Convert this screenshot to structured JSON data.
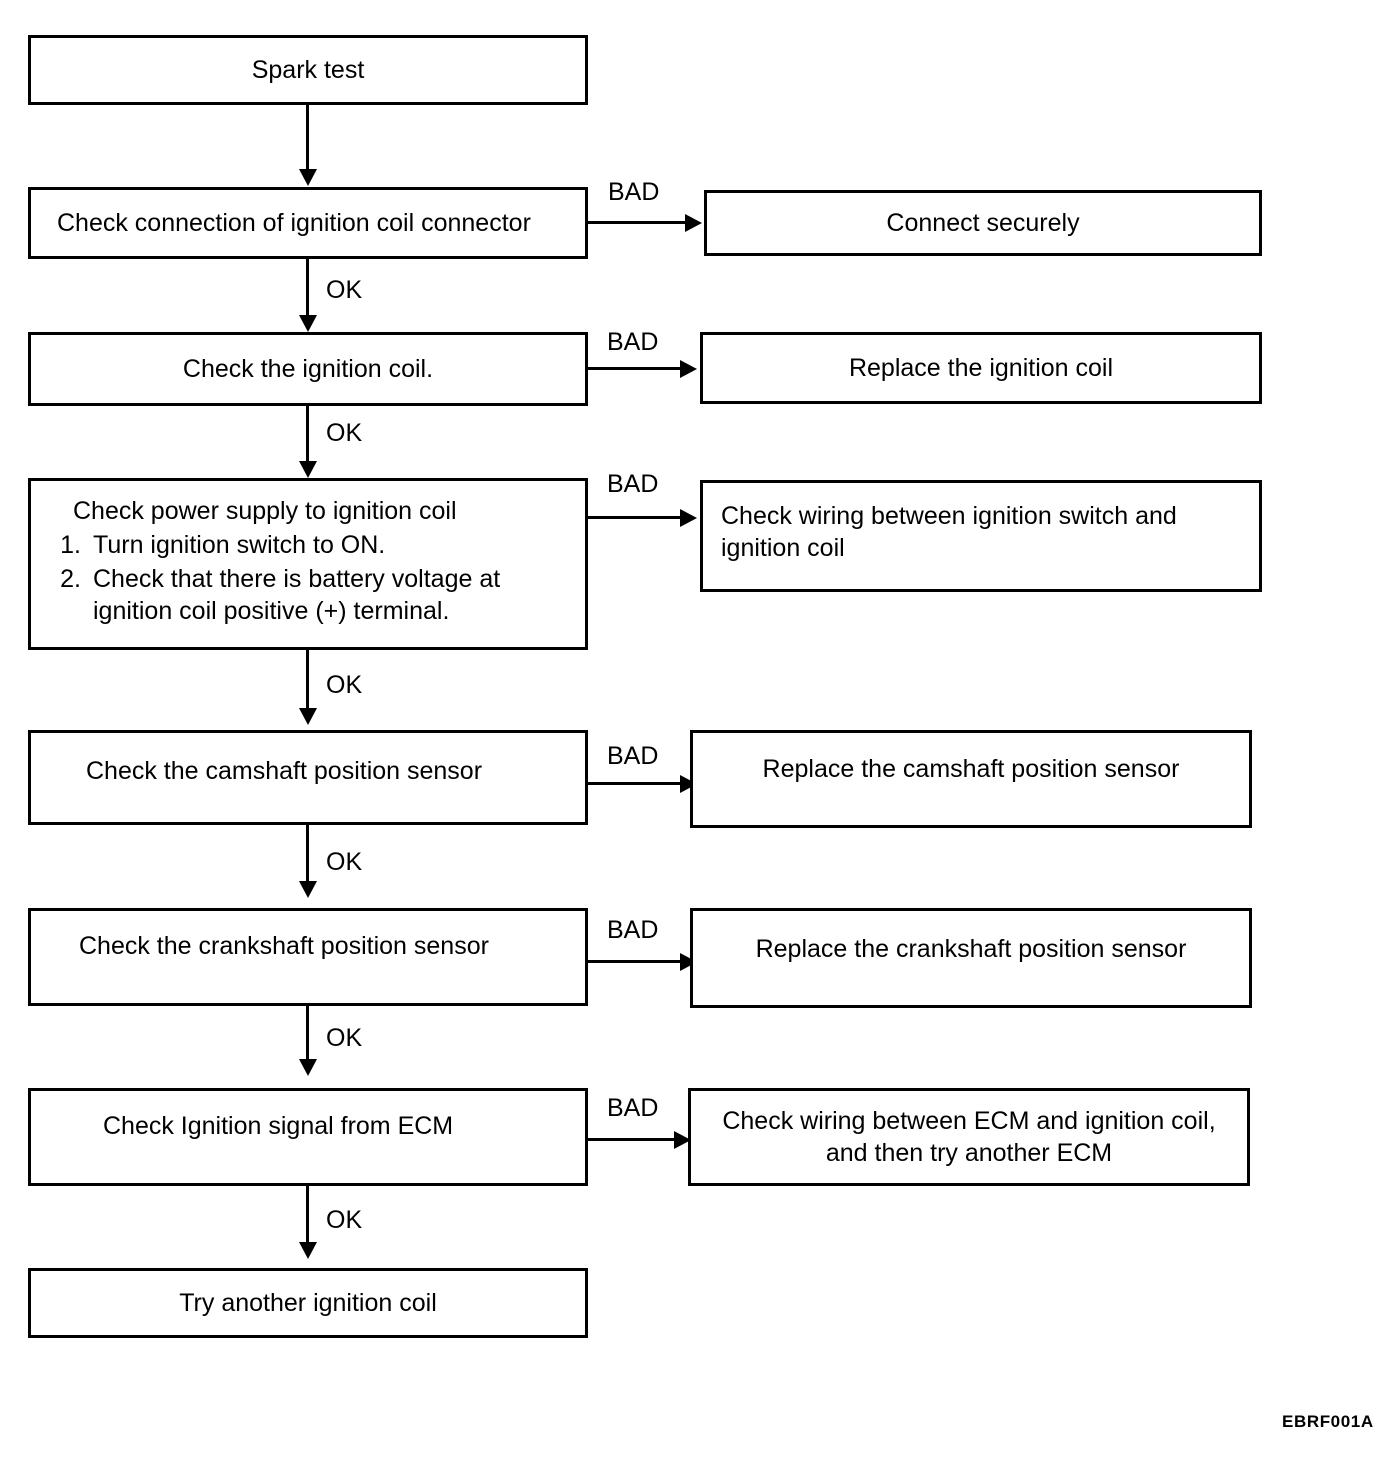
{
  "figure": {
    "code": "EBRF001A",
    "type": "troubleshooting-flow-chart"
  },
  "labels": {
    "ok": "OK",
    "bad": "BAD"
  },
  "steps": [
    {
      "id": "spark-test",
      "title": "Spark test"
    },
    {
      "id": "check-connector",
      "title": "Check connection of ignition coil connector",
      "bad_label": "BAD",
      "ok_label": "OK",
      "bad_action": "Connect securely"
    },
    {
      "id": "check-ignition-coil",
      "title": "Check the ignition coil.",
      "bad_label": "BAD",
      "ok_label": "OK",
      "bad_action": "Replace the ignition coil"
    },
    {
      "id": "check-power-supply",
      "title": "Check power supply to ignition coil",
      "substeps": [
        {
          "num": "1.",
          "text": "Turn ignition switch to ON."
        },
        {
          "num": "2.",
          "text": "Check that there is battery voltage at ignition coil positive (+) terminal."
        }
      ],
      "bad_label": "BAD",
      "ok_label": "OK",
      "bad_action": "Check wiring between ignition switch and ignition coil"
    },
    {
      "id": "check-camshaft-sensor",
      "title": "Check the camshaft position sensor",
      "bad_label": "BAD",
      "ok_label": "OK",
      "bad_action": "Replace the camshaft position sensor"
    },
    {
      "id": "check-crankshaft-sensor",
      "title": "Check the crankshaft position sensor",
      "bad_label": "BAD",
      "ok_label": "OK",
      "bad_action": "Replace the crankshaft position sensor"
    },
    {
      "id": "check-ignition-signal-ecm",
      "title": "Check Ignition signal from ECM",
      "bad_label": "BAD",
      "ok_label": "OK",
      "bad_action_line1": "Check wiring between ECM and ignition coil,",
      "bad_action_line2": "and then try another ECM"
    },
    {
      "id": "try-another-coil",
      "title": "Try another ignition coil"
    }
  ]
}
